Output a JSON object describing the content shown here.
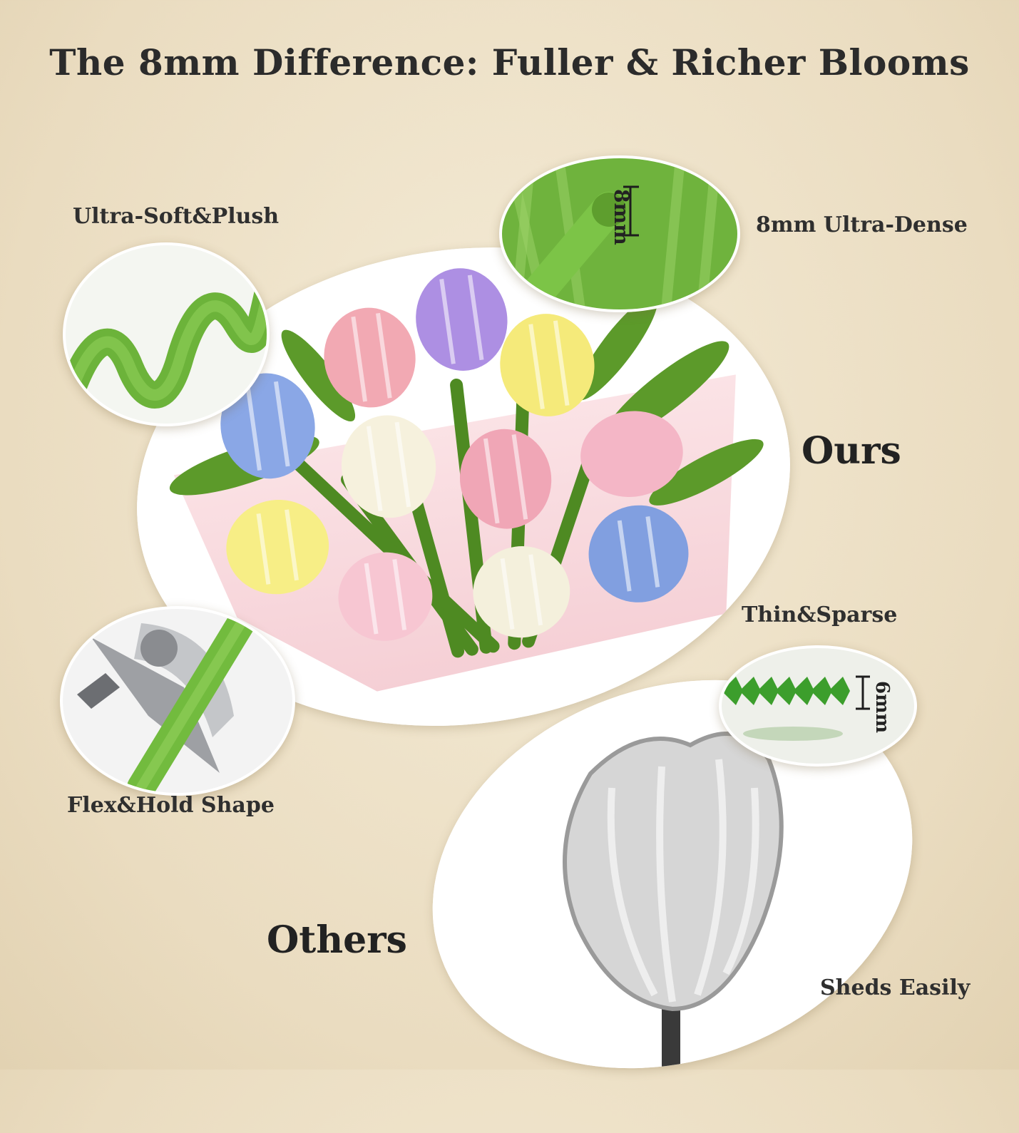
{
  "title": "The 8mm Difference: Fuller & Richer Blooms",
  "labels": {
    "ultra_soft": "Ultra-Soft&Plush",
    "ultra_dense": "8mm Ultra-Dense",
    "ours": "Ours",
    "flex_hold": "Flex&Hold Shape",
    "thin_sparse": "Thin&Sparse",
    "others": "Others",
    "sheds": "Sheds Easily"
  },
  "measure": {
    "ours": "8mm",
    "others": "6mm"
  },
  "colors": {
    "background": "#efe3c9",
    "green": "#6fb43a",
    "tulip_blue": "#7f9fe0",
    "tulip_pink": "#f2a7b4",
    "tulip_purple": "#a98ae0",
    "tulip_yellow": "#f6ec7e",
    "tulip_cream": "#f4f0dc"
  }
}
